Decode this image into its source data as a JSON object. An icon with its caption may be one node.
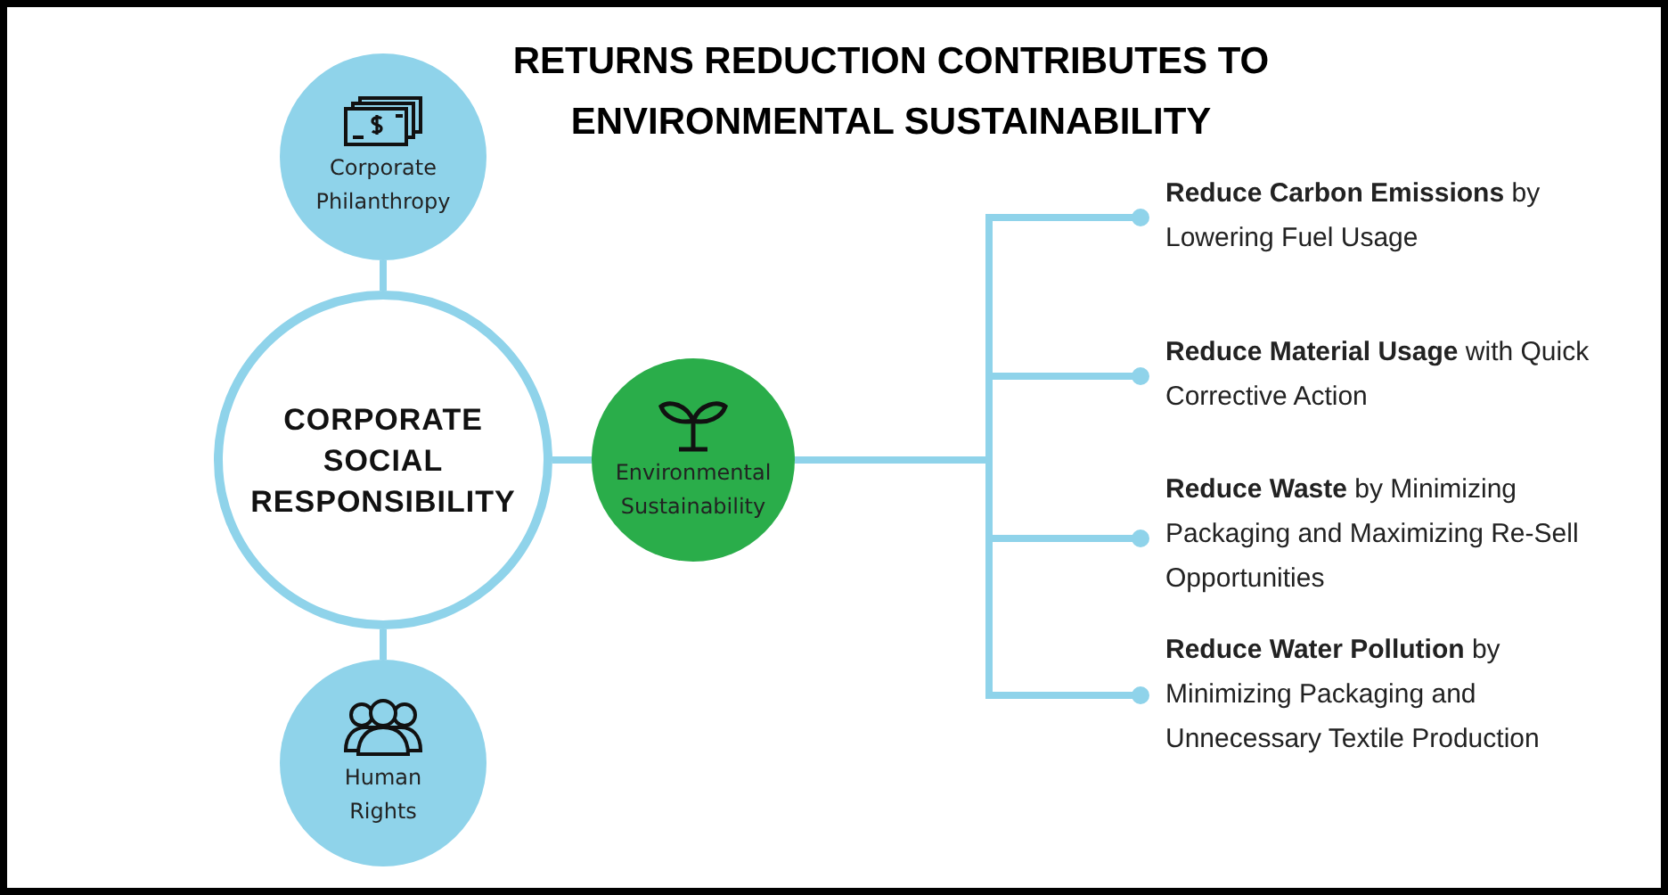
{
  "diagram": {
    "title": "RETURNS REDUCTION CONTRIBUTES TO ENVIRONMENTAL SUSTAINABILITY",
    "nodes": [
      {
        "text": [
          "Corporate Philanthropy"
        ]
      },
      {
        "text": [
          "CORPORATE SOCIAL RESPONSIBILITY"
        ]
      },
      {
        "text": [
          "Human Rights"
        ]
      },
      {
        "text": [
          "Environmental Sustainability"
        ]
      },
      {
        "text": [
          "**Reduce Carbon Emissions** by Lowering Fuel Usage"
        ]
      },
      {
        "text": [
          "**Reduce Material Usage** with Quick Corrective Action"
        ]
      },
      {
        "text": [
          "**Reduce Waste** by Minimizing Packaging and Maximizing Re-Sell Opportunities"
        ]
      },
      {
        "text": [
          "**Reduce Water Pollution** by Minimizing Packaging and Unnecessary Textile Production"
        ]
      }
    ],
    "edges": [
      {
        "from": 0,
        "to": 1,
        "arrow": "none"
      },
      {
        "from": 1,
        "to": 2,
        "arrow": "none"
      },
      {
        "from": 1,
        "to": 3,
        "arrow": "none"
      },
      {
        "from": 3,
        "to": 4,
        "arrow": "other"
      },
      {
        "from": 3,
        "to": 5,
        "arrow": "other"
      },
      {
        "from": 3,
        "to": 6,
        "arrow": "other"
      },
      {
        "from": 3,
        "to": 7,
        "arrow": "other"
      }
    ]
  }
}
